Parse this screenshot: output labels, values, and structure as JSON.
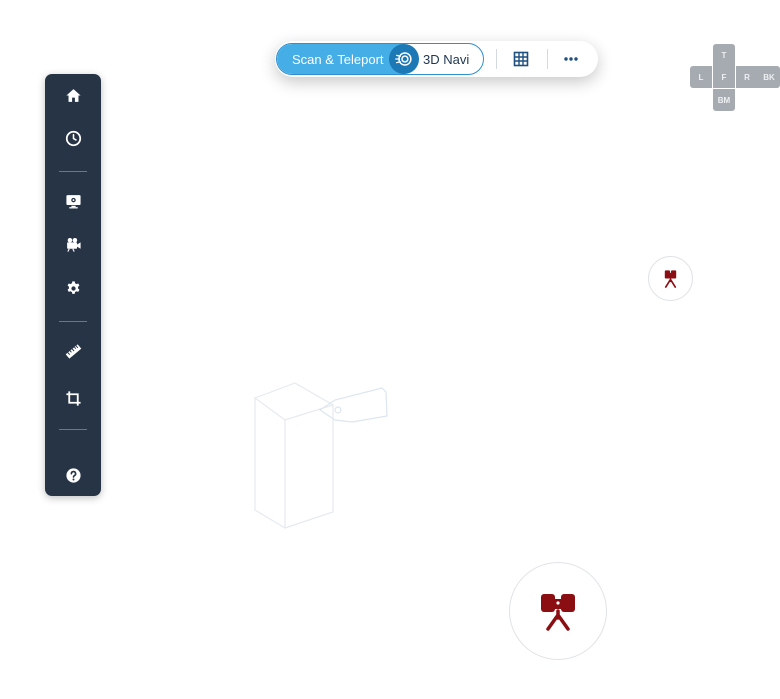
{
  "toolbar": {
    "mode_left_label": "Scan & Teleport",
    "mode_right_label": "3D Navi",
    "grid_icon": "grid-icon",
    "more_icon": "more-icon"
  },
  "sidebar": {
    "items": [
      {
        "name": "home",
        "icon": "home-icon"
      },
      {
        "name": "history",
        "icon": "clock-icon"
      },
      {
        "name": "display-settings",
        "icon": "monitor-settings-icon"
      },
      {
        "name": "video",
        "icon": "video-camera-icon"
      },
      {
        "name": "settings",
        "icon": "gear-icon"
      },
      {
        "name": "measure",
        "icon": "ruler-icon"
      },
      {
        "name": "crop",
        "icon": "crop-icon"
      },
      {
        "name": "help",
        "icon": "help-icon"
      }
    ]
  },
  "view_cube": {
    "top": "T",
    "left": "L",
    "front": "F",
    "right": "R",
    "back": "BK",
    "bottom": "BM"
  },
  "colors": {
    "sidebar_bg": "#273446",
    "accent": "#45aee6",
    "accent_dark": "#1d79b6",
    "marker": "#8b0f12"
  }
}
